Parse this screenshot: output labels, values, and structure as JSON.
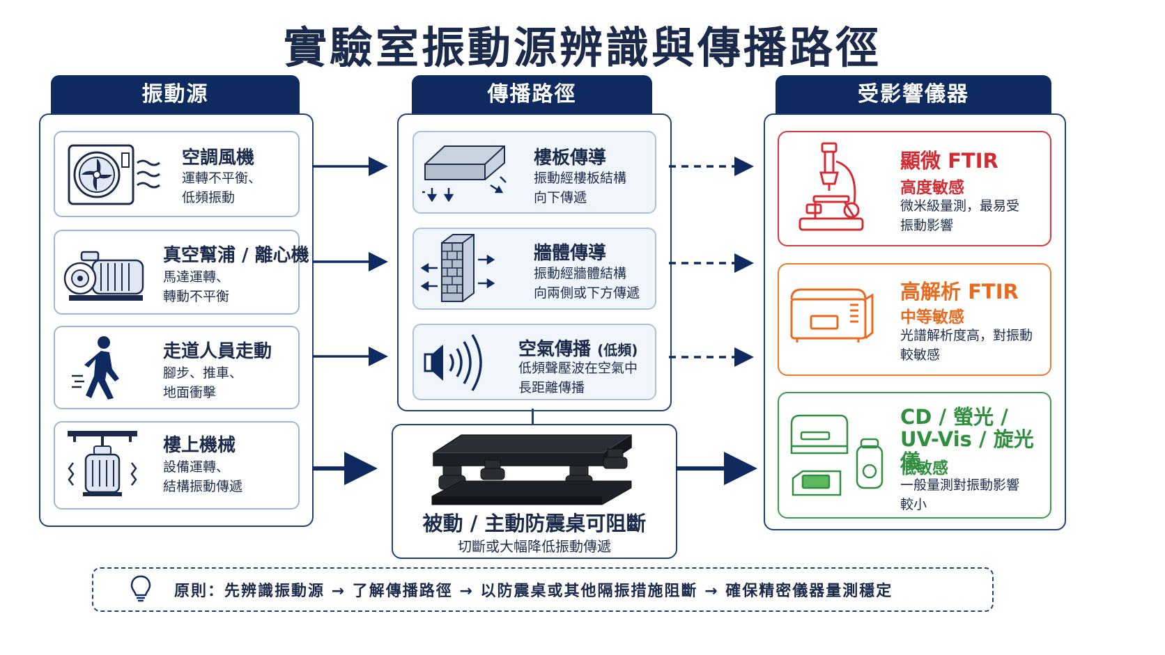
{
  "title": "實驗室振動源辨識與傳播路徑",
  "columns": {
    "sources": "振動源",
    "paths": "傳播路徑",
    "instruments": "受影響儀器"
  },
  "sources": [
    {
      "title": "空調風機",
      "desc": "運轉不平衡、\n低頻振動",
      "icon": "ac-fan-icon"
    },
    {
      "title": "真空幫浦 / 離心機",
      "desc": "馬達運轉、\n轉動不平衡",
      "icon": "pump-icon"
    },
    {
      "title": "走道人員走動",
      "desc": "腳步、推車、\n地面衝擊",
      "icon": "walking-person-icon"
    },
    {
      "title": "樓上機械",
      "desc": "設備運轉、\n結構振動傳遞",
      "icon": "overhead-machine-icon"
    }
  ],
  "paths": [
    {
      "title": "樓板傳導",
      "desc": "振動經樓板結構\n向下傳遞",
      "icon": "floor-slab-icon"
    },
    {
      "title": "牆體傳導",
      "desc": "振動經牆體結構\n向兩側或下方傳遞",
      "icon": "brick-wall-icon"
    },
    {
      "title": "空氣傳播",
      "title_sub": "(低頻)",
      "desc": "低頻聲壓波在空氣中\n長距離傳播",
      "icon": "speaker-sound-icon"
    }
  ],
  "isolation": {
    "title": "被動 / 主動防震桌可阻斷",
    "desc": "切斷或大幅降低振動傳遞",
    "icon": "anti-vibration-table-icon"
  },
  "instruments": [
    {
      "title": "顯微 FTIR",
      "sensitivity": "高度敏感",
      "desc": "微米級量測，最易受\n振動影響",
      "color": "#d42b32",
      "icon": "microscope-icon"
    },
    {
      "title": "高解析 FTIR",
      "sensitivity": "中等敏感",
      "desc": "光譜解析度高，對振動\n較敏感",
      "color": "#e86a1e",
      "icon": "ftir-spectrometer-icon"
    },
    {
      "title": "CD / 螢光 /\nUV-Vis / 旋光儀",
      "sensitivity": "低敏感",
      "desc": "一般量測對振動影響\n較小",
      "color": "#2f8f3e",
      "icon": "lab-instruments-icon"
    }
  ],
  "footer": "原則：先辨識振動源 → 了解傳播路徑 → 以防震桌或其他隔振措施阻斷 → 確保精密儀器量測穩定",
  "colors": {
    "navy": "#0e2a5e",
    "high": "#d42b32",
    "medium": "#e86a1e",
    "low": "#2f8f3e"
  }
}
